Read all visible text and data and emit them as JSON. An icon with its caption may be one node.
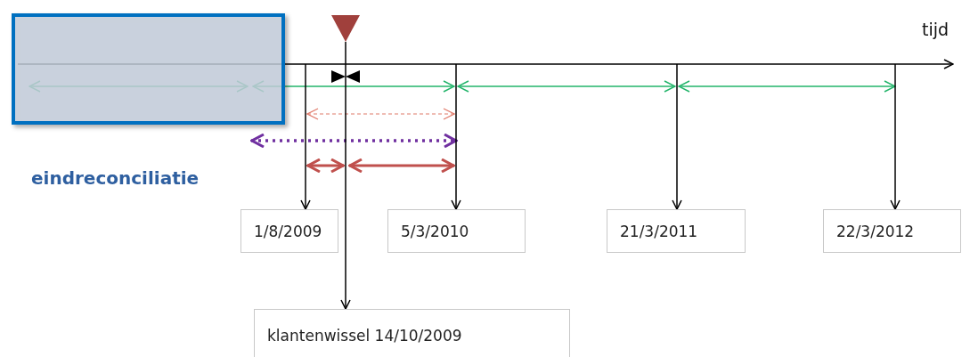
{
  "diagram": {
    "nodes": [
      {
        "text": [],
        "shape": "triangle"
      },
      {
        "text": [
          "1/8/2009"
        ]
      },
      {
        "text": [
          "5/3/2010"
        ]
      },
      {
        "text": [
          "21/3/2011"
        ]
      },
      {
        "text": [
          "22/3/2012"
        ]
      },
      {
        "text": [
          "klantenwissel 14/10/2009"
        ]
      }
    ],
    "edges": [
      {
        "from": null,
        "to": 1,
        "arrow": "to"
      },
      {
        "from": null,
        "to": 2,
        "arrow": "to"
      },
      {
        "from": null,
        "to": 3,
        "arrow": "to"
      },
      {
        "from": null,
        "to": 4,
        "arrow": "to"
      },
      {
        "from": 0,
        "to": 5,
        "arrow": "to"
      }
    ],
    "labels": [
      "tijd",
      "eindreconciliatie"
    ]
  }
}
